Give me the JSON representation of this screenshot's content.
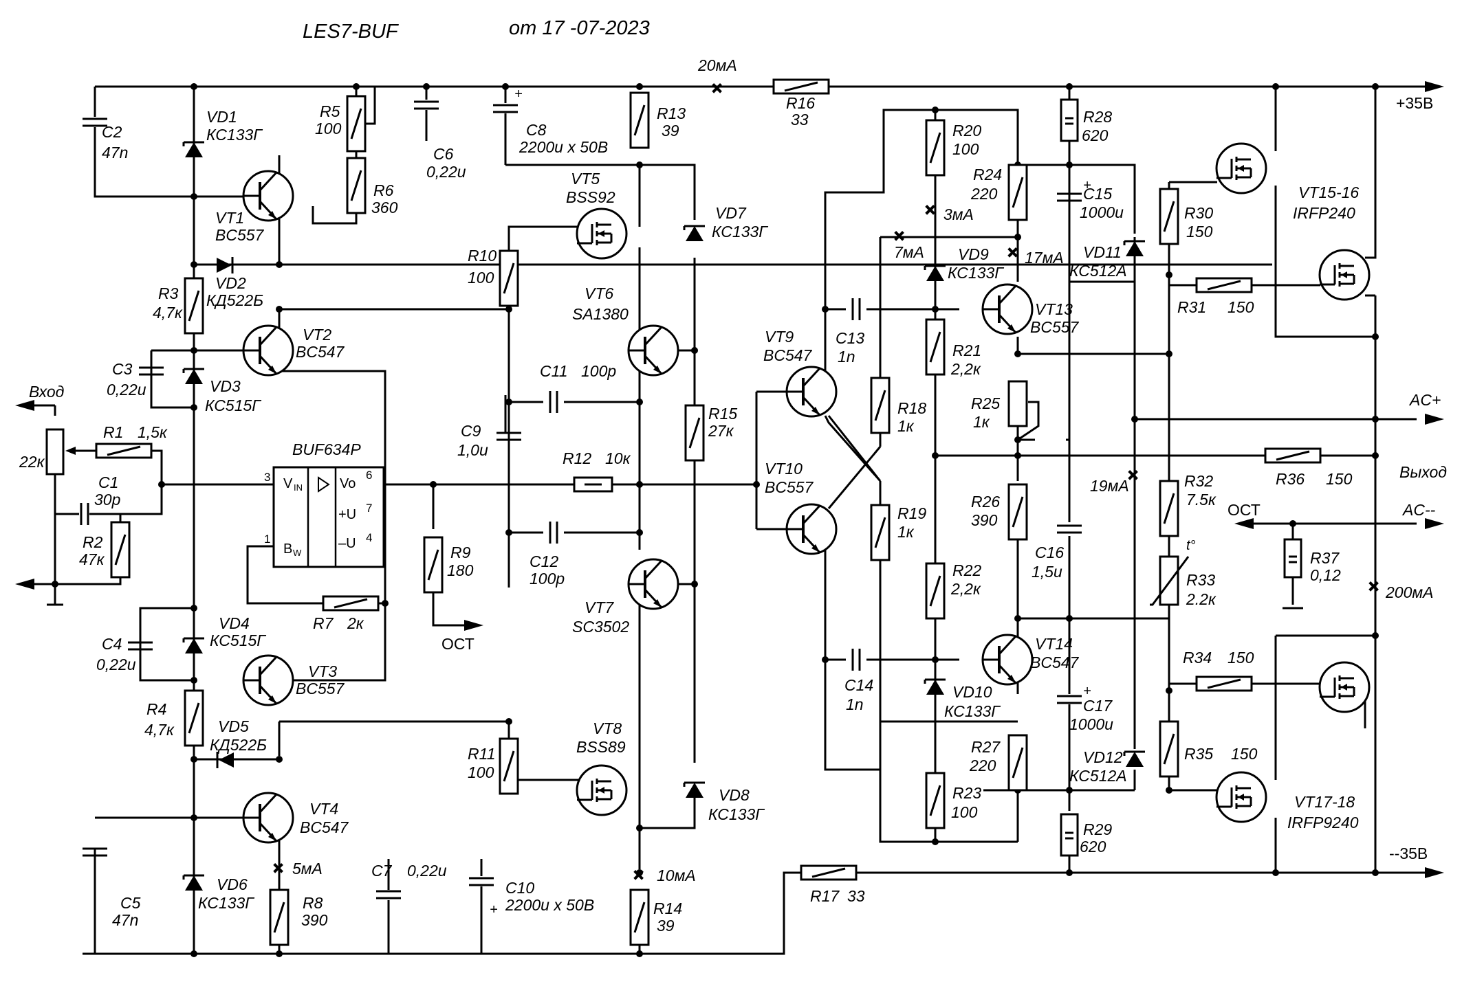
{
  "header": {
    "title": "LES7-BUF",
    "date": "от 17 -07-2023"
  },
  "rails": {
    "pos": "+35В",
    "neg": "--35В"
  },
  "io": {
    "input": "Вход",
    "input_pot": "22к",
    "output": "Выход",
    "ac_plus": "AC+",
    "ac_minus": "AC--",
    "ost": "ОСТ",
    "ost2": "ОСТ"
  },
  "currents": {
    "i20": "20мА",
    "i3": "3мА",
    "i7": "7мА",
    "i17": "17мА",
    "i19": "19мА",
    "i5": "5мА",
    "i10": "10мА",
    "i200": "200мА"
  },
  "ic": {
    "name": "BUF634P",
    "vin": "V",
    "vin_sub": "IN",
    "vo": "Vo",
    "pu": "+U",
    "mu": "–U",
    "bw": "B",
    "bw_sub": "W",
    "p3": "3",
    "p6": "6",
    "p7": "7",
    "p1": "1",
    "p4": "4"
  },
  "parts": {
    "c2": "C2",
    "c2v": "47n",
    "vd1": "VD1",
    "vd1v": "КС133Г",
    "r5": "R5",
    "r5v": "100",
    "r6": "R6",
    "r6v": "360",
    "c6": "C6",
    "c6v": "0,22u",
    "c8": "C8",
    "c8v": "2200u x 50В",
    "r13": "R13",
    "r13v": "39",
    "r16": "R16",
    "r16v": "33",
    "vt1": "VT1",
    "vt1v": "BC557",
    "vd2": "VD2",
    "vd2v": "КД522Б",
    "r3": "R3",
    "r3v": "4,7к",
    "vt2": "VT2",
    "vt2v": "BC547",
    "c3": "C3",
    "c3v": "0,22u",
    "vd3": "VD3",
    "vd3v": "КС515Г",
    "r1": "R1",
    "r1v": "1,5к",
    "c1": "C1",
    "c1v": "30p",
    "r2": "R2",
    "r2v": "47к",
    "r7": "R7",
    "r7v": "2к",
    "vd4": "VD4",
    "vd4v": "КС515Г",
    "c4": "C4",
    "c4v": "0,22u",
    "vt3": "VT3",
    "vt3v": "BC557",
    "r4": "R4",
    "r4v": "4,7к",
    "vd5": "VD5",
    "vd5v": "КД522Б",
    "vt4": "VT4",
    "vt4v": "BC547",
    "r8": "R8",
    "r8v": "390",
    "c5": "C5",
    "c5v": "47n",
    "vd6": "VD6",
    "vd6v": "КС133Г",
    "c7": "C7",
    "c7v": "0,22u",
    "c10": "C10",
    "c10v": "2200u x 50В",
    "r14": "R14",
    "r14v": "39",
    "r17": "R17",
    "r17v": "33",
    "vt5": "VT5",
    "vt5v": "BSS92",
    "vd7": "VD7",
    "vd7v": "КС133Г",
    "r10": "R10",
    "r10v": "100",
    "vt6": "VT6",
    "vt6v": "SA1380",
    "c11": "C11",
    "c11v": "100p",
    "r15": "R15",
    "r15v": "27к",
    "c9": "C9",
    "c9v": "1,0u",
    "r12": "R12",
    "r12v": "10к",
    "r9": "R9",
    "r9v": "180",
    "c12": "C12",
    "c12v": "100p",
    "vt7": "VT7",
    "vt7v": "SC3502",
    "vt8": "VT8",
    "vt8v": "BSS89",
    "r11": "R11",
    "r11v": "100",
    "vd8": "VD8",
    "vd8v": "КС133Г",
    "vt9": "VT9",
    "vt9v": "BC547",
    "c13": "C13",
    "c13v": "1n",
    "vt10": "VT10",
    "vt10v": "BC557",
    "r18": "R18",
    "r18v": "1к",
    "r19": "R19",
    "r19v": "1к",
    "c14": "C14",
    "c14v": "1n",
    "r20": "R20",
    "r20v": "100",
    "r24": "R24",
    "r24v": "220",
    "vd9": "VD9",
    "vd9v": "КС133Г",
    "vt13": "VT13",
    "vt13v": "BC557",
    "r21": "R21",
    "r21v": "2,2к",
    "r25": "R25",
    "r25v": "1к",
    "r26": "R26",
    "r26v": "390",
    "r22": "R22",
    "r22v": "2,2к",
    "vt14": "VT14",
    "vt14v": "BC547",
    "vd10": "VD10",
    "vd10v": "КС133Г",
    "r27": "R27",
    "r27v": "220",
    "r23": "R23",
    "r23v": "100",
    "r28": "R28",
    "r28v": "620",
    "c15": "C15",
    "c15v": "1000u",
    "vd11": "VD11",
    "vd11v": "КС512А",
    "c16": "C16",
    "c16v": "1,5u",
    "c17": "C17",
    "c17v": "1000u",
    "vd12": "VD12",
    "vd12v": "КС512А",
    "r29": "R29",
    "r29v": "620",
    "r30": "R30",
    "r30v": "150",
    "r31": "R31",
    "r31v": "150",
    "vt1516": "VT15-16",
    "vt1516v": "IRFP240",
    "r36": "R36",
    "r36v": "150",
    "r32": "R32",
    "r32v": "7.5к",
    "r33": "R33",
    "r33v": "2.2к",
    "t_sym": "t°",
    "r37": "R37",
    "r37v": "0,12",
    "r34": "R34",
    "r34v": "150",
    "r35": "R35",
    "r35v": "150",
    "vt1718": "VT17-18",
    "vt1718v": "IRFP9240"
  }
}
